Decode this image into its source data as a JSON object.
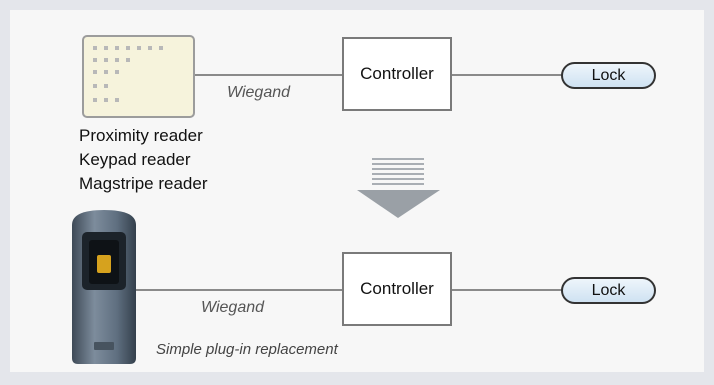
{
  "top_row": {
    "reader_labels": [
      "Proximity reader",
      "Keypad reader",
      "Magstripe reader"
    ],
    "wire_label": "Wiegand",
    "controller_label": "Controller",
    "lock_label": "Lock"
  },
  "bottom_row": {
    "wire_label": "Wiegand",
    "controller_label": "Controller",
    "lock_label": "Lock",
    "note": "Simple plug-in replacement"
  },
  "colors": {
    "reader_fill": "#f6f3dc",
    "device_body": "#5f6f80",
    "arrow": "#9aa0a6",
    "lock_fill": "#dbe9f5"
  }
}
